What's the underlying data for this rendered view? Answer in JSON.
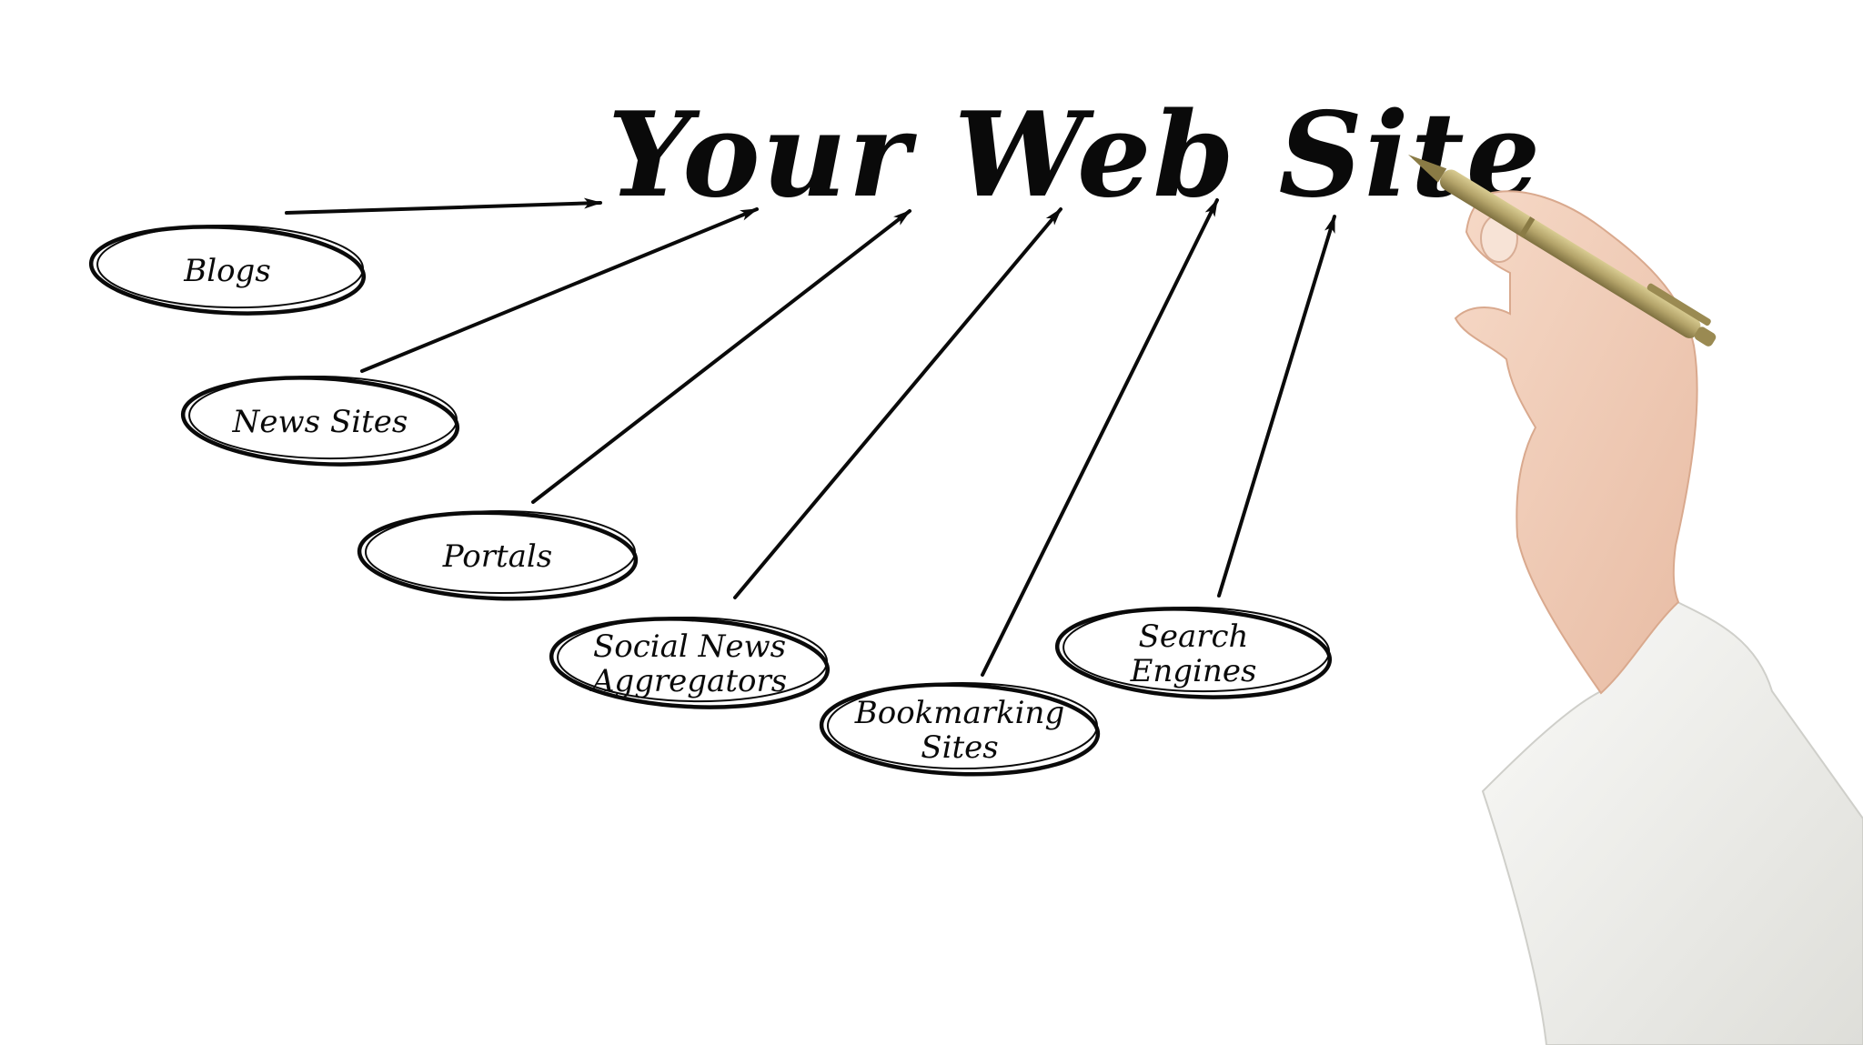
{
  "title": "Your Web Site",
  "colors": {
    "ink": "#0a0a0a",
    "background": "#ffffff",
    "pen": "#b4a46a",
    "sleeve": "#f1f1ee",
    "skin": "#f2cfba"
  },
  "icons": {
    "hand": "hand-holding-pen-icon",
    "pen": "pen-icon"
  },
  "nodes": [
    {
      "id": "blogs",
      "lines": [
        "Blogs"
      ]
    },
    {
      "id": "news-sites",
      "lines": [
        "News Sites"
      ]
    },
    {
      "id": "portals",
      "lines": [
        "Portals"
      ]
    },
    {
      "id": "social-news",
      "lines": [
        "Social News",
        "Aggregators"
      ]
    },
    {
      "id": "bookmarking",
      "lines": [
        "Bookmarking",
        "Sites"
      ]
    },
    {
      "id": "search-engines",
      "lines": [
        "Search",
        "Engines"
      ]
    }
  ],
  "edges": [
    {
      "from": "blogs",
      "to": "title"
    },
    {
      "from": "news-sites",
      "to": "title"
    },
    {
      "from": "portals",
      "to": "title"
    },
    {
      "from": "social-news",
      "to": "title"
    },
    {
      "from": "bookmarking",
      "to": "title"
    },
    {
      "from": "search-engines",
      "to": "title"
    }
  ]
}
